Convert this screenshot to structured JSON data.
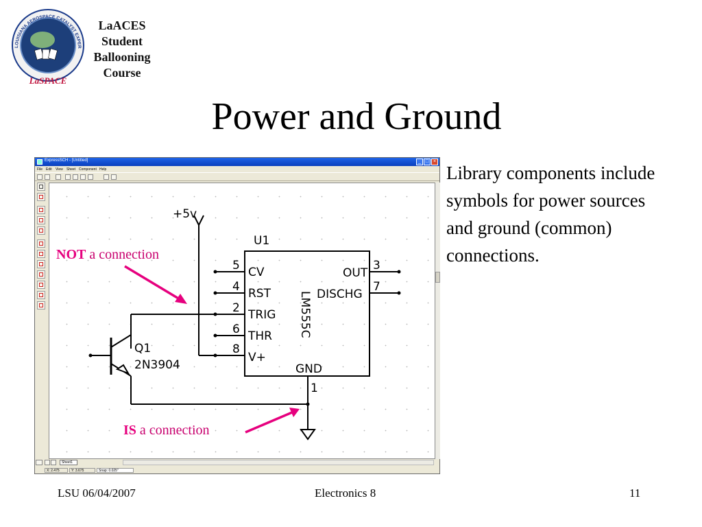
{
  "logo": {
    "ring_text": "LOUISIANA AEROSPACE CATALYST EXPERIENCES for STUDENTS",
    "brand": "LaSPACE",
    "lines": [
      "LaACES",
      "Student",
      "Ballooning",
      "Course"
    ]
  },
  "slide": {
    "title": "Power and Ground",
    "body": "Library components include symbols for power sources and ground (common) connections."
  },
  "window": {
    "title": "ExpressSCH - [Untitled]",
    "menu": [
      "File",
      "Edit",
      "View",
      "Sheet",
      "Component",
      "Help"
    ],
    "sheet_tab": "Sheet1",
    "status": {
      "x": "X: 2.475",
      "y": "Y: 3.675",
      "snap": "Snap: 0.025\""
    }
  },
  "schematic": {
    "power_label": "+5v",
    "chip_ref": "U1",
    "chip_part": "LM555C",
    "transistor_ref": "Q1",
    "transistor_part": "2N3904",
    "left_pins": [
      {
        "num": "5",
        "name": "CV"
      },
      {
        "num": "4",
        "name": "RST"
      },
      {
        "num": "2",
        "name": "TRIG"
      },
      {
        "num": "6",
        "name": "THR"
      },
      {
        "num": "8",
        "name": "V+"
      }
    ],
    "right_pins": [
      {
        "num": "3",
        "name": "OUT"
      },
      {
        "num": "7",
        "name": "DISCHG"
      }
    ],
    "bottom_pin": {
      "num": "1",
      "name": "GND"
    }
  },
  "annotations": {
    "not_bold": "NOT",
    "not_rest": " a connection",
    "is_bold": "IS",
    "is_rest": " a connection",
    "color": "#e6007e"
  },
  "footer": {
    "left": "LSU 06/04/2007",
    "center": "Electronics 8",
    "right": "11"
  }
}
